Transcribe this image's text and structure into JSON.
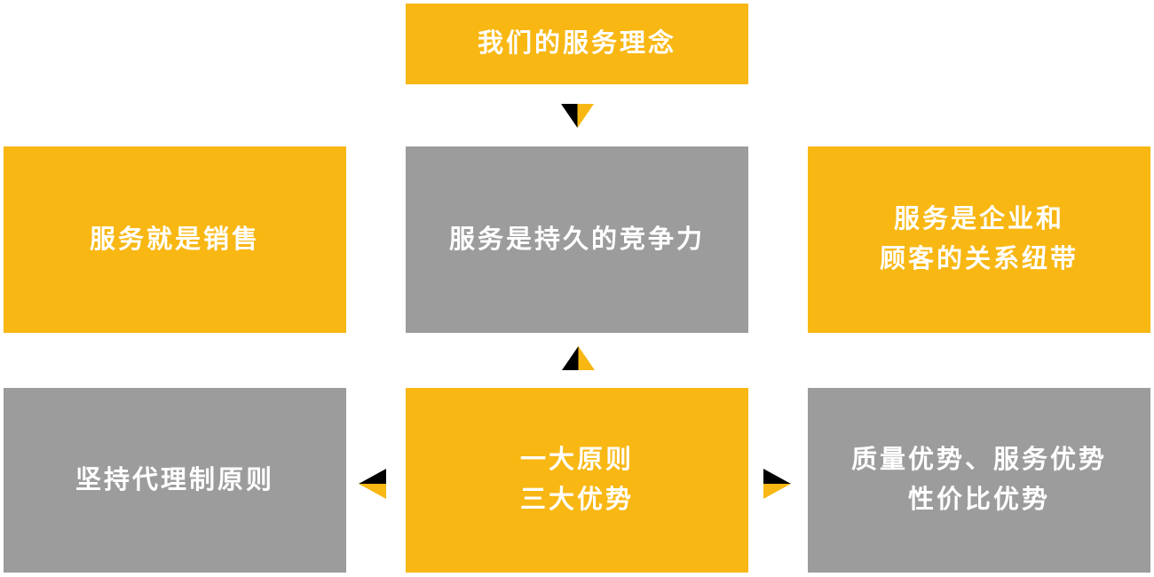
{
  "colors": {
    "yellow": "#F8B713",
    "gray": "#9C9C9C",
    "arrow_black": "#000000",
    "text": "#FFFFFF",
    "background": "#FFFFFF"
  },
  "boxes": {
    "top": {
      "lines": [
        "我们的服务理念"
      ]
    },
    "mid_left": {
      "lines": [
        "服务就是销售"
      ]
    },
    "mid_center": {
      "lines": [
        "服务是持久的竞争力"
      ]
    },
    "mid_right": {
      "lines": [
        "服务是企业和",
        "顾客的关系纽带"
      ]
    },
    "bottom_left": {
      "lines": [
        "坚持代理制原则"
      ]
    },
    "bottom_center": {
      "lines": [
        "一大原则",
        "三大优势"
      ]
    },
    "bottom_right": {
      "lines": [
        "质量优势、服务优势",
        "性价比优势"
      ]
    }
  },
  "icons": {
    "arrow-down-icon": "bicolor triangle pointing down (black left / yellow right)",
    "arrow-up-icon": "bicolor triangle pointing up (black left / yellow right)",
    "arrow-left-icon": "bicolor triangle pointing left (black top / yellow bottom)",
    "arrow-right-icon": "bicolor triangle pointing right (black top / yellow bottom)"
  }
}
